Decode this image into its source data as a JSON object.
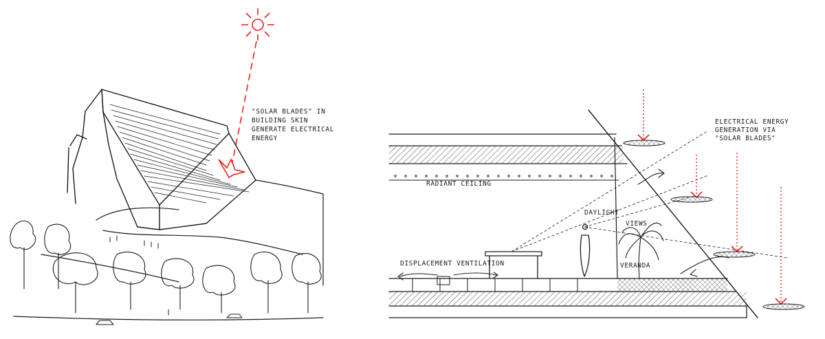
{
  "colors": {
    "ink": "#1a1a1a",
    "accent": "#e8221b",
    "paper": "#ffffff"
  },
  "left_sketch": {
    "annotation_lines": [
      "\"SOLAR BLADES\" IN",
      "BUILDING SKIN",
      "GENERATE ELECTRICAL",
      "ENERGY"
    ]
  },
  "right_section": {
    "energy_label_lines": [
      "ELECTRICAL ENERGY",
      "GENERATION VIA",
      "\"SOLAR BLADES\""
    ],
    "radiant_ceiling": "RADIANT CEILING",
    "daylight": "DAYLIGHT",
    "views": "VIEWS",
    "veranda": "VERANDA",
    "displacement_ventilation": "DISPLACEMENT VENTILATION"
  }
}
